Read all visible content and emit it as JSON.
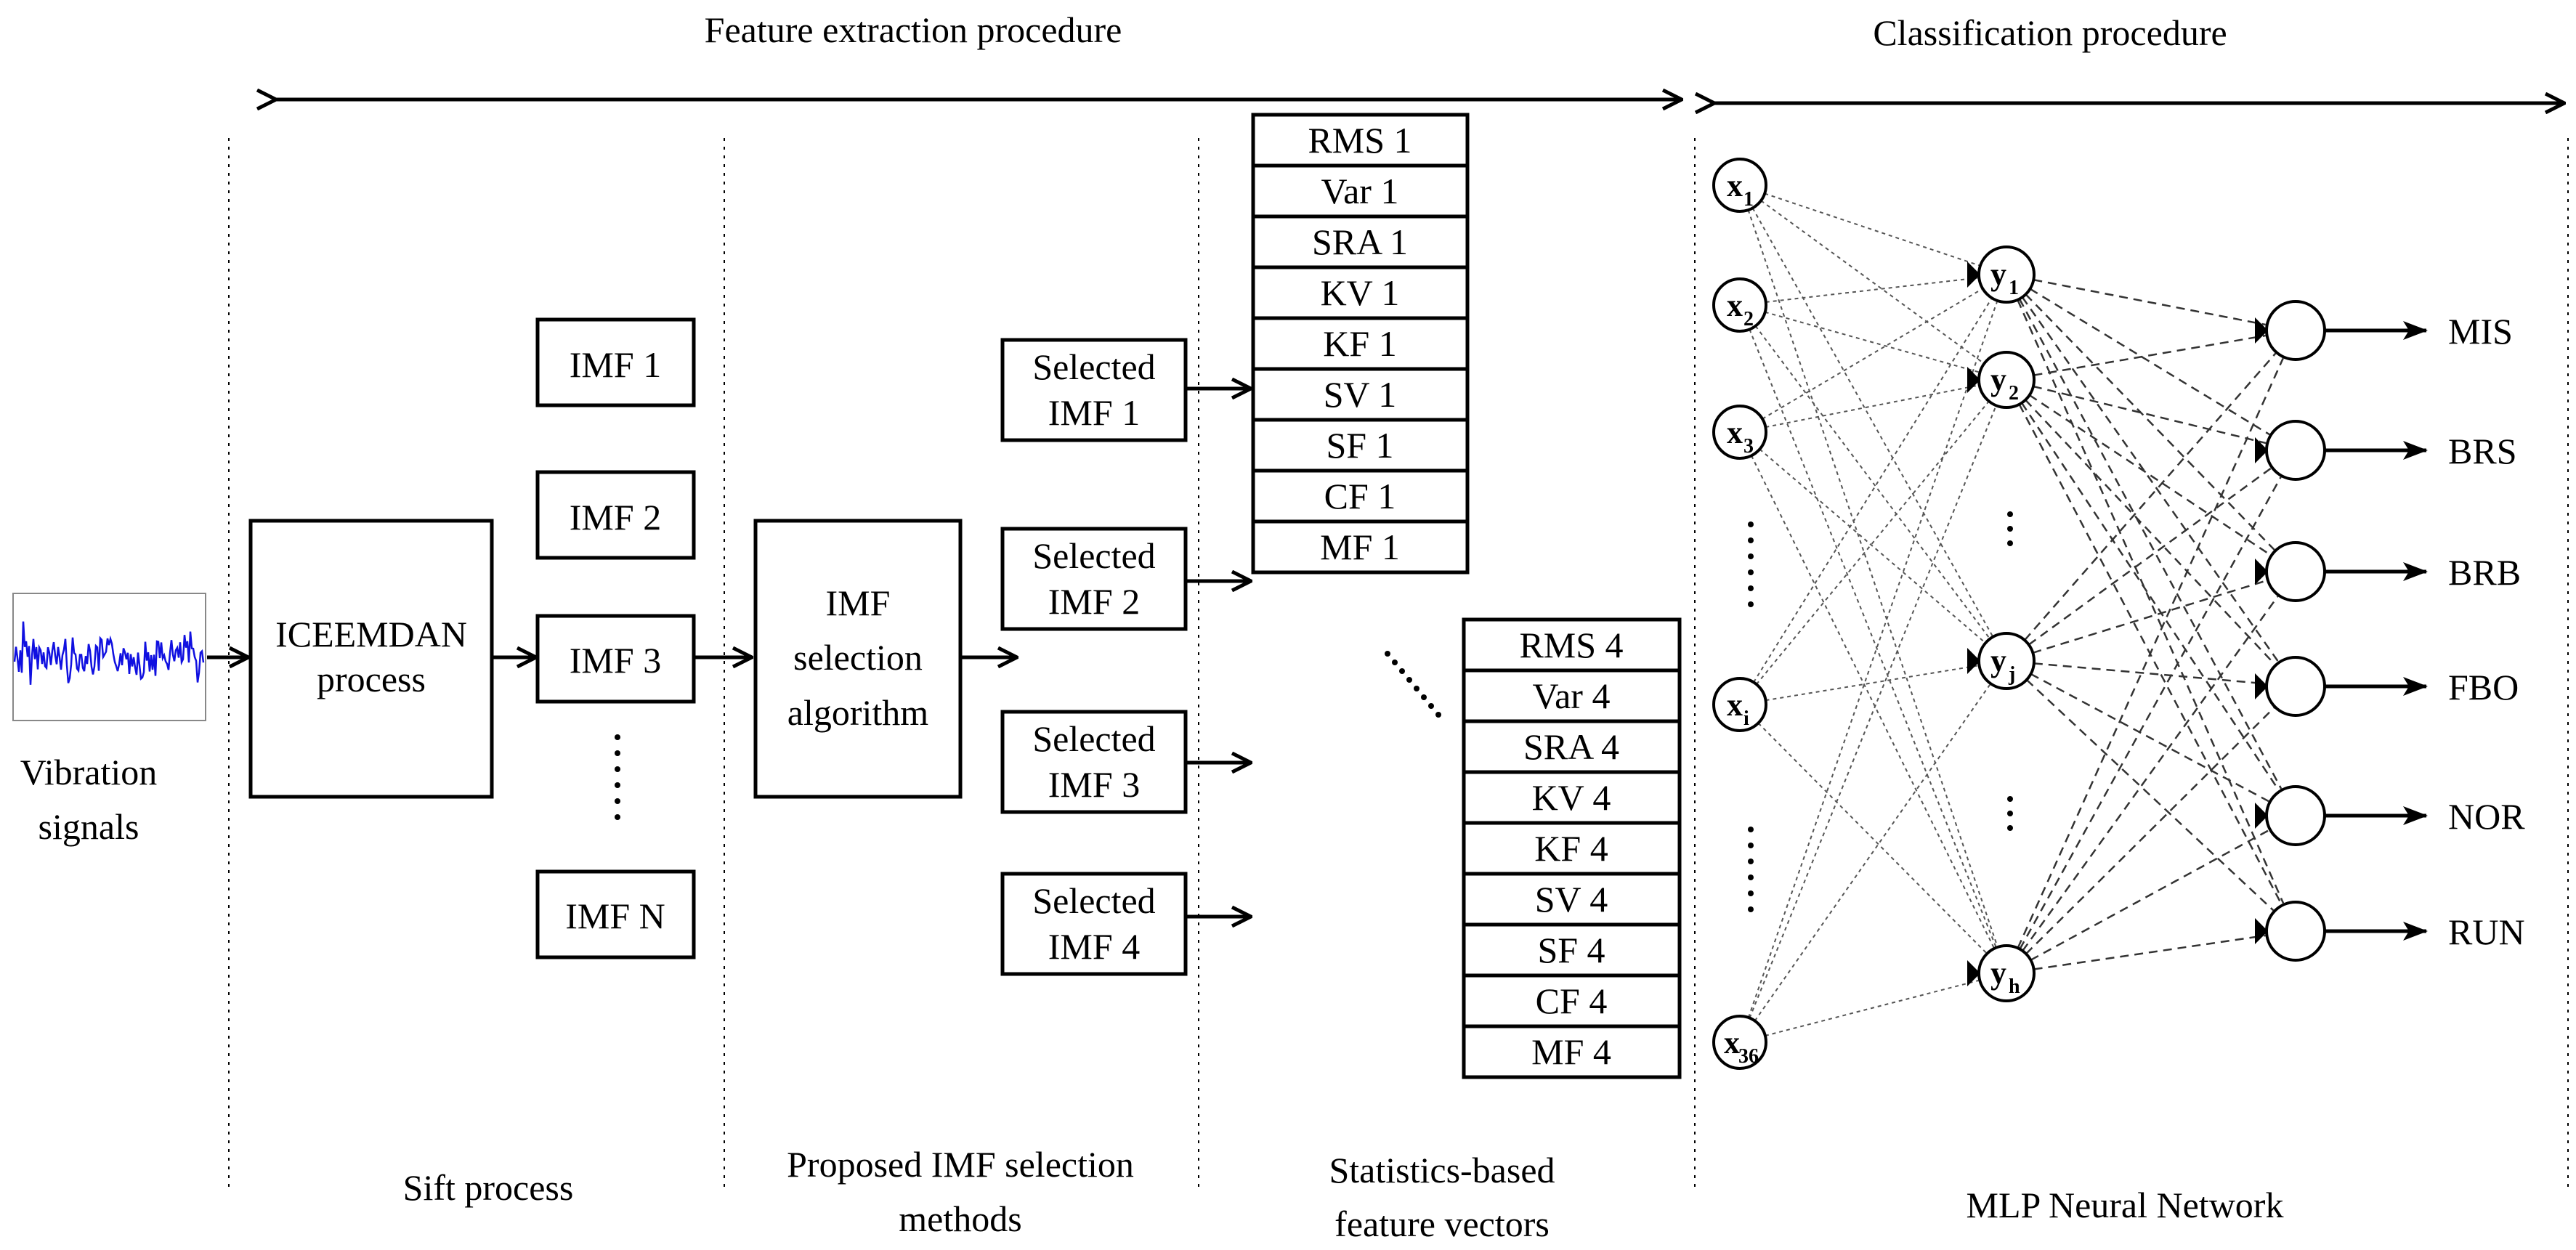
{
  "header": {
    "feature_extraction": "Feature extraction procedure",
    "classification": "Classification procedure"
  },
  "input": {
    "label_line1": "Vibration",
    "label_line2": "signals"
  },
  "iceemdan": {
    "line1": "ICEEMDAN",
    "line2": "process"
  },
  "imfs": [
    "IMF 1",
    "IMF 2",
    "IMF 3",
    "IMF N"
  ],
  "selection": {
    "line1": "IMF",
    "line2": "selection",
    "line3": "algorithm"
  },
  "selected": [
    {
      "line1": "Selected",
      "line2": "IMF 1"
    },
    {
      "line1": "Selected",
      "line2": "IMF 2"
    },
    {
      "line1": "Selected",
      "line2": "IMF 3"
    },
    {
      "line1": "Selected",
      "line2": "IMF 4"
    }
  ],
  "features_1": [
    "RMS 1",
    "Var 1",
    "SRA 1",
    "KV 1",
    "KF 1",
    "SV 1",
    "SF 1",
    "CF 1",
    "MF 1"
  ],
  "features_4": [
    "RMS 4",
    "Var 4",
    "SRA 4",
    "KV 4",
    "KF 4",
    "SV 4",
    "SF 4",
    "CF 4",
    "MF 4"
  ],
  "input_nodes": [
    {
      "base": "x",
      "sub": "1"
    },
    {
      "base": "x",
      "sub": "2"
    },
    {
      "base": "x",
      "sub": "3"
    },
    {
      "base": "x",
      "sub": "i"
    },
    {
      "base": "x",
      "sub": "36"
    }
  ],
  "hidden_nodes": [
    {
      "base": "y",
      "sub": "1"
    },
    {
      "base": "y",
      "sub": "2"
    },
    {
      "base": "y",
      "sub": "j"
    },
    {
      "base": "y",
      "sub": "h"
    }
  ],
  "outputs": [
    "MIS",
    "BRS",
    "BRB",
    "FBO",
    "NOR",
    "RUN"
  ],
  "footer": {
    "sift": "Sift process",
    "proposed_line1": "Proposed IMF selection",
    "proposed_line2": "methods",
    "stats_line1": "Statistics-based",
    "stats_line2": "feature vectors",
    "mlp": "MLP Neural Network"
  },
  "colors": {
    "signal": "#1010e0",
    "line": "#000000"
  }
}
